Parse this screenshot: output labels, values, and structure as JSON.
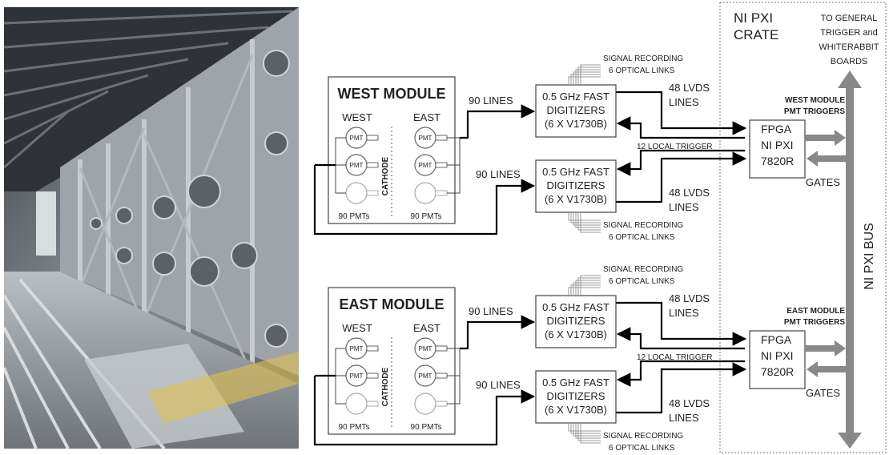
{
  "photo": {
    "description_icon": "detector-interior-photo"
  },
  "crate": {
    "title_line1": "NI PXI",
    "title_line2": "CRATE",
    "general_line1": "TO GENERAL",
    "general_line2": "TRIGGER and",
    "general_line3": "WHITERABBIT",
    "general_line4": "BOARDS",
    "bus_label": "NI PXI BUS"
  },
  "modules": [
    {
      "title": "WEST MODULE",
      "west_label": "WEST",
      "east_label": "EAST",
      "cathode_label": "CATHODE",
      "pmt_label": "PMT",
      "pmts_left": "90 PMTs",
      "pmts_right": "90 PMTs",
      "lines_top": "90 LINES",
      "lines_bottom": "90 LINES",
      "digitizer_top": [
        "0.5 GHz FAST",
        "DIGITIZERS",
        "(6 X V1730B)"
      ],
      "digitizer_bottom": [
        "0.5 GHz FAST",
        "DIGITIZERS",
        "(6 X V1730B)"
      ],
      "signal_top": [
        "SIGNAL RECORDING",
        "6 OPTICAL LINKS"
      ],
      "signal_bottom": [
        "SIGNAL RECORDING",
        "6 OPTICAL LINKS"
      ],
      "lvds_top": [
        "48 LVDS",
        "LINES"
      ],
      "lvds_bottom": [
        "48 LVDS",
        "LINES"
      ],
      "local_trigger": "12 LOCAL TRIGGER",
      "pmt_triggers": [
        "WEST MODULE",
        "PMT TRIGGERS"
      ],
      "fpga": [
        "FPGA",
        "NI PXI",
        "7820R"
      ],
      "gates": "GATES"
    },
    {
      "title": "EAST MODULE",
      "west_label": "WEST",
      "east_label": "EAST",
      "cathode_label": "CATHODE",
      "pmt_label": "PMT",
      "pmts_left": "90 PMTs",
      "pmts_right": "90 PMTs",
      "lines_top": "90 LINES",
      "lines_bottom": "90 LINES",
      "digitizer_top": [
        "0.5 GHz FAST",
        "DIGITIZERS",
        "(6 X V1730B)"
      ],
      "digitizer_bottom": [
        "0.5 GHz FAST",
        "DIGITIZERS",
        "(6 X V1730B)"
      ],
      "signal_top": [
        "SIGNAL RECORDING",
        "6 OPTICAL LINKS"
      ],
      "signal_bottom": [
        "SIGNAL RECORDING",
        "6 OPTICAL LINKS"
      ],
      "lvds_top": [
        "48 LVDS",
        "LINES"
      ],
      "lvds_bottom": [
        "48 LVDS",
        "LINES"
      ],
      "local_trigger": "12 LOCAL TRIGGER",
      "pmt_triggers": [
        "EAST MODULE",
        "PMT TRIGGERS"
      ],
      "fpga": [
        "FPGA",
        "NI PXI",
        "7820R"
      ],
      "gates": "GATES"
    }
  ]
}
